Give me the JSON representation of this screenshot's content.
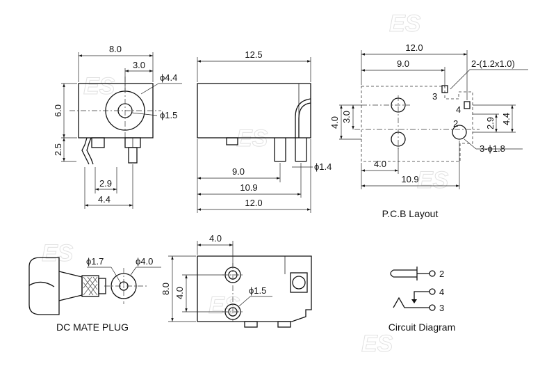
{
  "watermark": {
    "text": "ES"
  },
  "front_view": {
    "width": "8.0",
    "offset": "3.0",
    "height": "6.0",
    "pin_drop": "2.5",
    "outer_dia": "ϕ4.4",
    "pin_dia": "ϕ1.5",
    "pin_spacing_a": "2.9",
    "pin_spacing_b": "4.4"
  },
  "side_view": {
    "length": "12.5",
    "dim_a": "9.0",
    "dim_b": "10.9",
    "dim_c": "12.0",
    "pin_dia": "ϕ1.4"
  },
  "pcb_layout": {
    "width": "12.0",
    "dim_a": "9.0",
    "slot": "2-(1.2x1.0)",
    "dim_v": "3.0",
    "dim_h": "4.0",
    "dim_h2": "4.4",
    "dim_v2": "2.9",
    "hole_dia": "3-ϕ1.8",
    "dim_b": "4.0",
    "dim_c": "10.9",
    "pin_3": "3",
    "pin_4": "4",
    "pin_2": "2",
    "caption": "P.C.B Layout"
  },
  "plug": {
    "inner_dia": "ϕ1.7",
    "outer_dia": "ϕ4.0",
    "caption": "DC MATE PLUG"
  },
  "bottom_view": {
    "width": "4.0",
    "height": "8.0",
    "spacing": "4.0",
    "hole_dia": "ϕ1.5"
  },
  "circuit": {
    "pin_2": "2",
    "pin_4": "4",
    "pin_3": "3",
    "caption": "Circuit Diagram"
  }
}
